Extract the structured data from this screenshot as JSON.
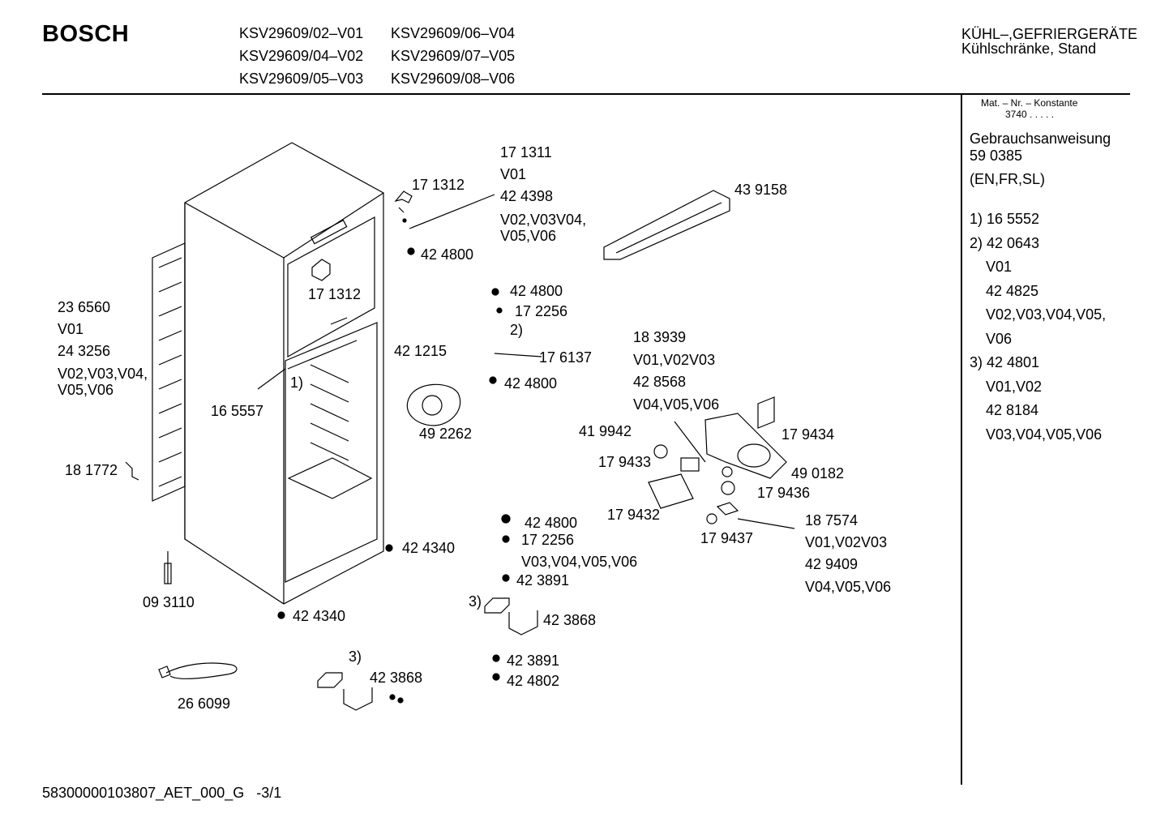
{
  "header": {
    "brand": "BOSCH",
    "models_col1": [
      "KSV29609/02–V01",
      "KSV29609/04–V02",
      "KSV29609/05–V03"
    ],
    "models_col2": [
      "KSV29609/06–V04",
      "KSV29609/07–V05",
      "KSV29609/08–V06"
    ],
    "category_line1": "KÜHL–,GEFRIERGERÄTE",
    "category_line2": "Kühlschränke, Stand"
  },
  "sidebar": {
    "mat_label": "Mat. – Nr. – Konstante",
    "mat_value": "3740  .  .  .  .  .",
    "manual_title": "Gebrauchsanweisung",
    "manual_number": "59 0385",
    "languages": "(EN,FR,SL)",
    "notes": [
      "1) 16 5552",
      "2) 42 0643",
      "    V01",
      "    42 4825",
      "    V02,V03,V04,V05,",
      "    V06",
      "3) 42 4801",
      "    V01,V02",
      "    42 8184",
      "    V03,V04,V05,V06"
    ]
  },
  "parts": {
    "p171311": "17 1311",
    "v01_a": "V01",
    "p424398": "42 4398",
    "v_a": "V02,V03V04,",
    "v_b": "V05,V06",
    "p171312_top": "17 1312",
    "p424800_a": "42 4800",
    "p439158": "43 9158",
    "p171312_mid": "17 1312",
    "p236560": "23 6560",
    "v01_b": "V01",
    "p243256": "24 3256",
    "v_c": "V02,V03,V04,",
    "v_d": "V05,V06",
    "p424800_b": "42 4800",
    "p172256_a": "17 2256",
    "n2": "2)",
    "p421215": "42 1215",
    "p176137": "17 6137",
    "p424800_c": "42 4800",
    "p183939": "18 3939",
    "v_e": "V01,V02V03",
    "p428568": "42 8568",
    "v_f": "V04,V05,V06",
    "n1": "1)",
    "p165557": "16 5557",
    "p492262": "49 2262",
    "p419942": "41 9942",
    "p179434": "17 9434",
    "p179433": "17 9433",
    "p490182": "49 0182",
    "p179436": "17 9436",
    "p181772": "18 1772",
    "p179432": "17 9432",
    "p424800_d": "42 4800",
    "p172256_b": "17 2256",
    "p187574": "18 7574",
    "v_g": "V01,V02V03",
    "p179437": "17 9437",
    "p429409": "42 9409",
    "v_h": "V04,V05,V06",
    "p424340_a": "42 4340",
    "v_i": "V03,V04,V05,V06",
    "p423891_a": "42 3891",
    "p093110": "09 3110",
    "n3_a": "3)",
    "p423868_a": "42 3868",
    "p424340_b": "42 4340",
    "p423891_b": "42 3891",
    "n3_b": "3)",
    "p423868_b": "42 3868",
    "p424802": "42 4802",
    "p266099": "26 6099"
  },
  "footer": {
    "code": "58300000103807_AET_000_G   -3/1"
  }
}
